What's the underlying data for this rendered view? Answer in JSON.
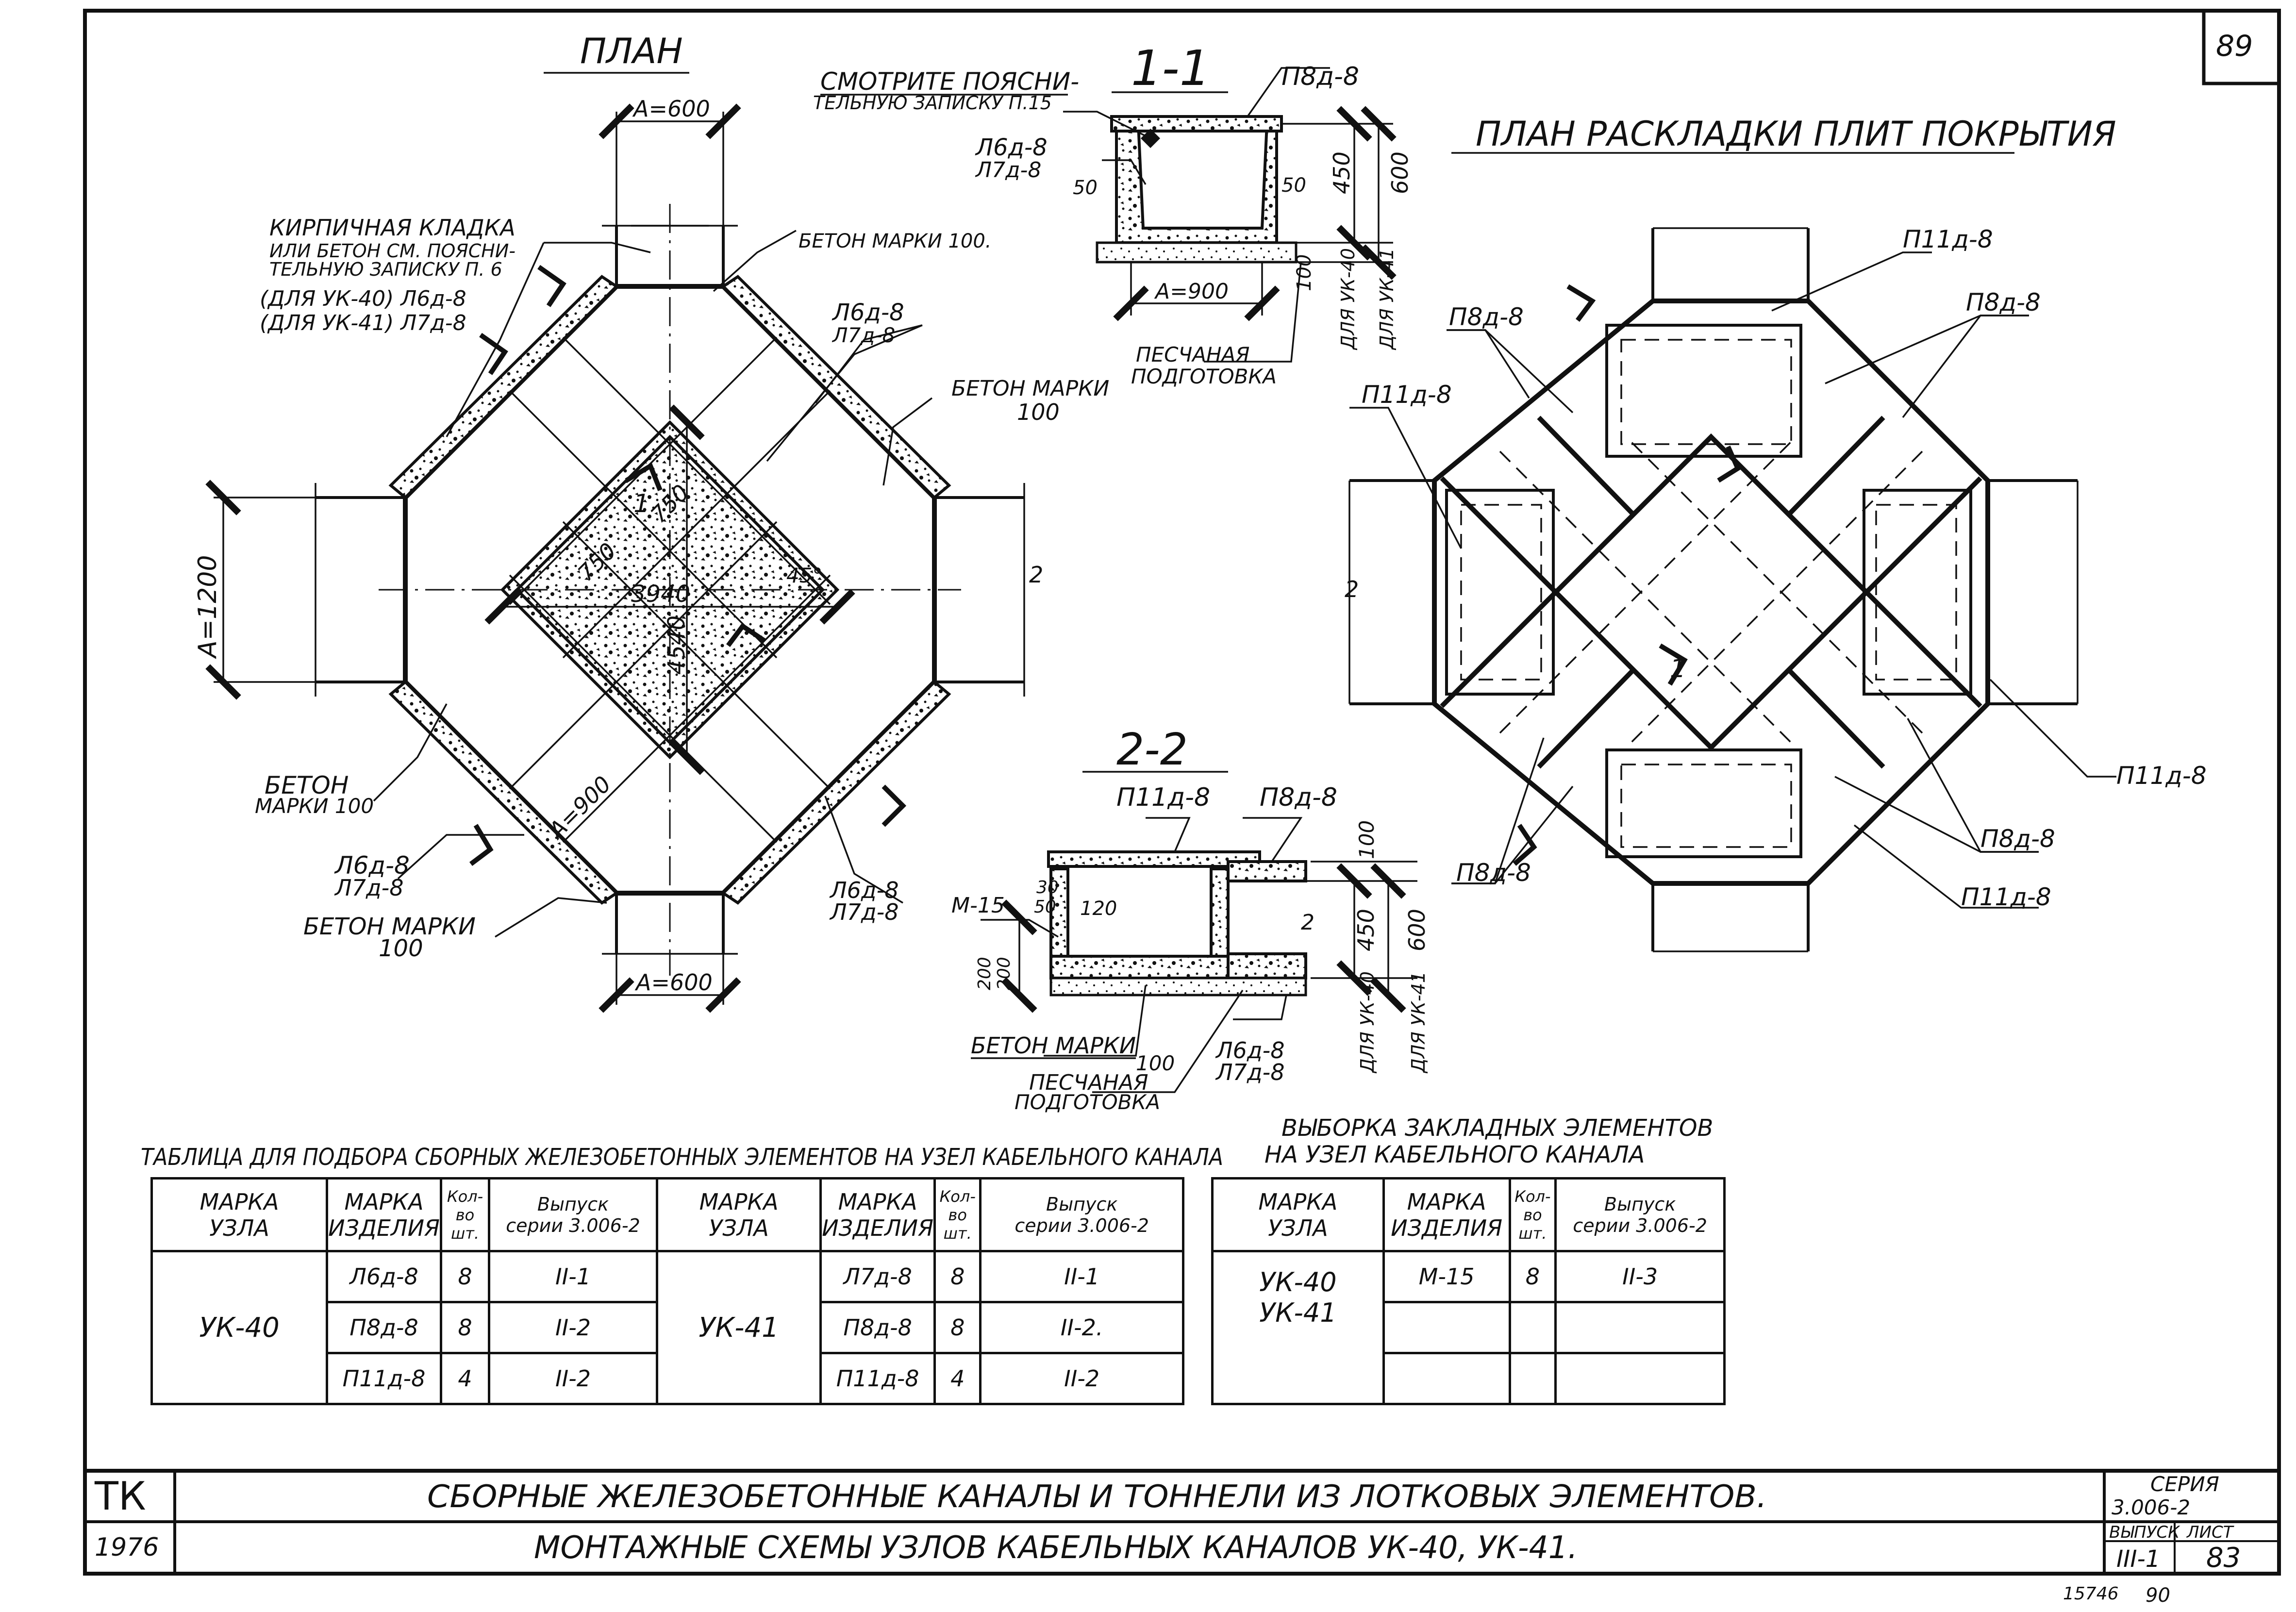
{
  "sheet_number": "89",
  "views": {
    "plan_title": "ПЛАН",
    "section_1_title": "1-1",
    "section_2_title": "2-2",
    "layout_title": "ПЛАН РАСКЛАДКИ ПЛИТ ПОКРЫТИЯ"
  },
  "plan_labels": {
    "masonry_1": "КИРПИЧНАЯ КЛАДКА",
    "masonry_2": "ИЛИ БЕТОН СМ. ПОЯСНИ-",
    "masonry_3": "ТЕЛЬНУЮ ЗАПИСКУ П. 6",
    "for_uk40": "(ДЛЯ УК-40) Л6д-8",
    "for_uk41": "(ДЛЯ УК-41) Л7д-8",
    "concrete_100_top": "БЕТОН МАРКИ 100.",
    "l6_top": "Л6д-8",
    "l7_top": "Л7д-8",
    "concrete_right_1": "БЕТОН МАРКИ",
    "concrete_right_2": "100",
    "concrete_left_1": "БЕТОН",
    "concrete_left_2": "МАРКИ 100",
    "l6_bottom_left": "Л6д-8",
    "l7_bottom_left": "Л7д-8",
    "concrete_bottom_1": "БЕТОН МАРКИ",
    "concrete_bottom_2": "100",
    "l6_bottom_right": "Л6д-8",
    "l7_bottom_right": "Л7д-8",
    "dim_a600_top": "А=600",
    "dim_a600_bottom": "А=600",
    "dim_a1200": "А=1200",
    "dim_a900": "А=900",
    "dim_3940": "3940",
    "dim_4540": "4540",
    "dim_750a": "750",
    "dim_750b": "750",
    "angle_45": "45°",
    "mark_1": "1",
    "mark_2": "2"
  },
  "section_1": {
    "note_1": "СМОТРИТЕ ПОЯСНИ-",
    "note_2": "ТЕЛЬНУЮ ЗАПИСКУ П.15",
    "p8": "П8д-8",
    "l6": "Л6д-8",
    "l7": "Л7д-8",
    "dim_50_left": "50",
    "dim_50_right": "50",
    "dim_a900": "А=900",
    "dim_450": "450",
    "dim_600": "600",
    "dim_100": "100",
    "for_uk40": "ДЛЯ УК-40",
    "for_uk41": "ДЛЯ УК-41",
    "sand_1": "ПЕСЧАНАЯ",
    "sand_2": "ПОДГОТОВКА"
  },
  "section_2": {
    "p11": "П11д-8",
    "p8": "П8д-8",
    "m15": "М-15",
    "dim_30": "30",
    "dim_50": "50",
    "dim_120": "120",
    "dim_200a": "200",
    "dim_200b": "200",
    "dim_100": "100",
    "dim_450": "450",
    "dim_600": "600",
    "mark_2": "2",
    "for_uk40": "ДЛЯ УК-40",
    "for_uk41": "ДЛЯ УК-41",
    "concrete_1": "БЕТОН МАРКИ",
    "concrete_2": "100",
    "sand_1": "ПЕСЧАНАЯ",
    "sand_2": "ПОДГОТОВКА",
    "l6": "Л6д-8",
    "l7": "Л7д-8"
  },
  "layout_labels": {
    "p11_top": "П11д-8",
    "p8_top_right": "П8д-8",
    "p8_top_left": "П8д-8",
    "p11_left": "П11д-8",
    "p11_right": "П11д-8",
    "p8_bottom_right": "П8д-8",
    "p11_bottom_right": "П11д-8",
    "p8_bottom_left": "П8д-8",
    "mark_1": "1",
    "mark_2": "2"
  },
  "table_main": {
    "title": "ТАБЛИЦА ДЛЯ ПОДБОРА СБОРНЫХ ЖЕЛЕЗОБЕТОННЫХ ЭЛЕМЕНТОВ НА УЗЕЛ КАБЕЛЬНОГО КАНАЛА",
    "headers": {
      "node_1": "МАРКА",
      "node_2": "УЗЛА",
      "item_1": "МАРКА",
      "item_2": "ИЗДЕЛИЯ",
      "qty_1": "Кол-во",
      "qty_2": "шт.",
      "issue_1": "Выпуск",
      "issue_2": "серии 3.006-2"
    },
    "groups": [
      {
        "node": "УК-40",
        "rows": [
          {
            "item": "Л6д-8",
            "qty": "8",
            "issue": "II-1"
          },
          {
            "item": "П8д-8",
            "qty": "8",
            "issue": "II-2"
          },
          {
            "item": "П11д-8",
            "qty": "4",
            "issue": "II-2"
          }
        ]
      },
      {
        "node": "УК-41",
        "rows": [
          {
            "item": "Л7д-8",
            "qty": "8",
            "issue": "II-1"
          },
          {
            "item": "П8д-8",
            "qty": "8",
            "issue": "II-2."
          },
          {
            "item": "П11д-8",
            "qty": "4",
            "issue": "II-2"
          }
        ]
      }
    ]
  },
  "table_embedded": {
    "title_1": "ВЫБОРКА ЗАКЛАДНЫХ ЭЛЕМЕНТОВ",
    "title_2": "НА УЗЕЛ КАБЕЛЬНОГО КАНАЛА",
    "headers": {
      "node_1": "МАРКА",
      "node_2": "УЗЛА",
      "item_1": "МАРКА",
      "item_2": "ИЗДЕЛИЯ",
      "qty_1": "Кол-во",
      "qty_2": "шт.",
      "issue_1": "Выпуск",
      "issue_2": "серии 3.006-2"
    },
    "node_1": "УК-40",
    "node_2": "УК-41",
    "item": "М-15",
    "qty": "8",
    "issue": "II-3"
  },
  "title_block": {
    "org": "ТК",
    "year": "1976",
    "line_1": "СБОРНЫЕ ЖЕЛЕЗОБЕТОННЫЕ КАНАЛЫ И ТОННЕЛИ ИЗ ЛОТКОВЫХ ЭЛЕМЕНТОВ.",
    "line_2": "МОНТАЖНЫЕ СХЕМЫ УЗЛОВ КАБЕЛЬНЫХ КАНАЛОВ УК-40, УК-41.",
    "series_label": "СЕРИЯ",
    "series_value": "3.006-2",
    "issue_label": "ВЫПУСК",
    "issue_value": "III-1",
    "sheet_label": "ЛИСТ",
    "sheet_value": "83"
  },
  "footer": {
    "stamp": "15746",
    "page": "90"
  }
}
